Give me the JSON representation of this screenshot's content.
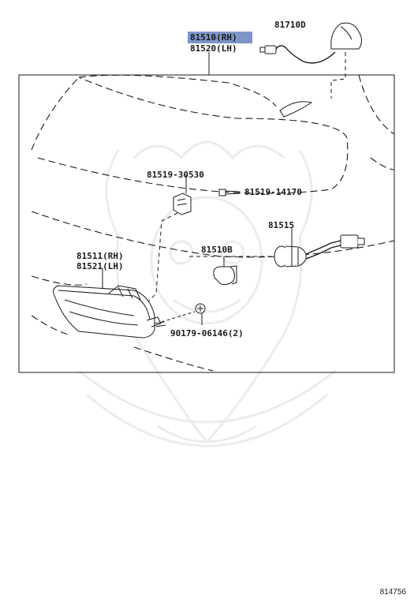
{
  "parts": {
    "lamp_assembly": {
      "rh": "81510(RH)",
      "lh": "81520(LH)"
    },
    "antenna": "81710D",
    "bracket": "81519-30530",
    "screw": "81519-14170",
    "socket": "81515",
    "bulb": "81510B",
    "lens_housing": {
      "rh": "81511(RH)",
      "lh": "81521(LH)"
    },
    "clip": "90179-06146(2)"
  },
  "diagram_code": "814756",
  "colors": {
    "highlight": "#7f95c8",
    "line": "#1a1a1a",
    "watermark": "#ececec"
  }
}
